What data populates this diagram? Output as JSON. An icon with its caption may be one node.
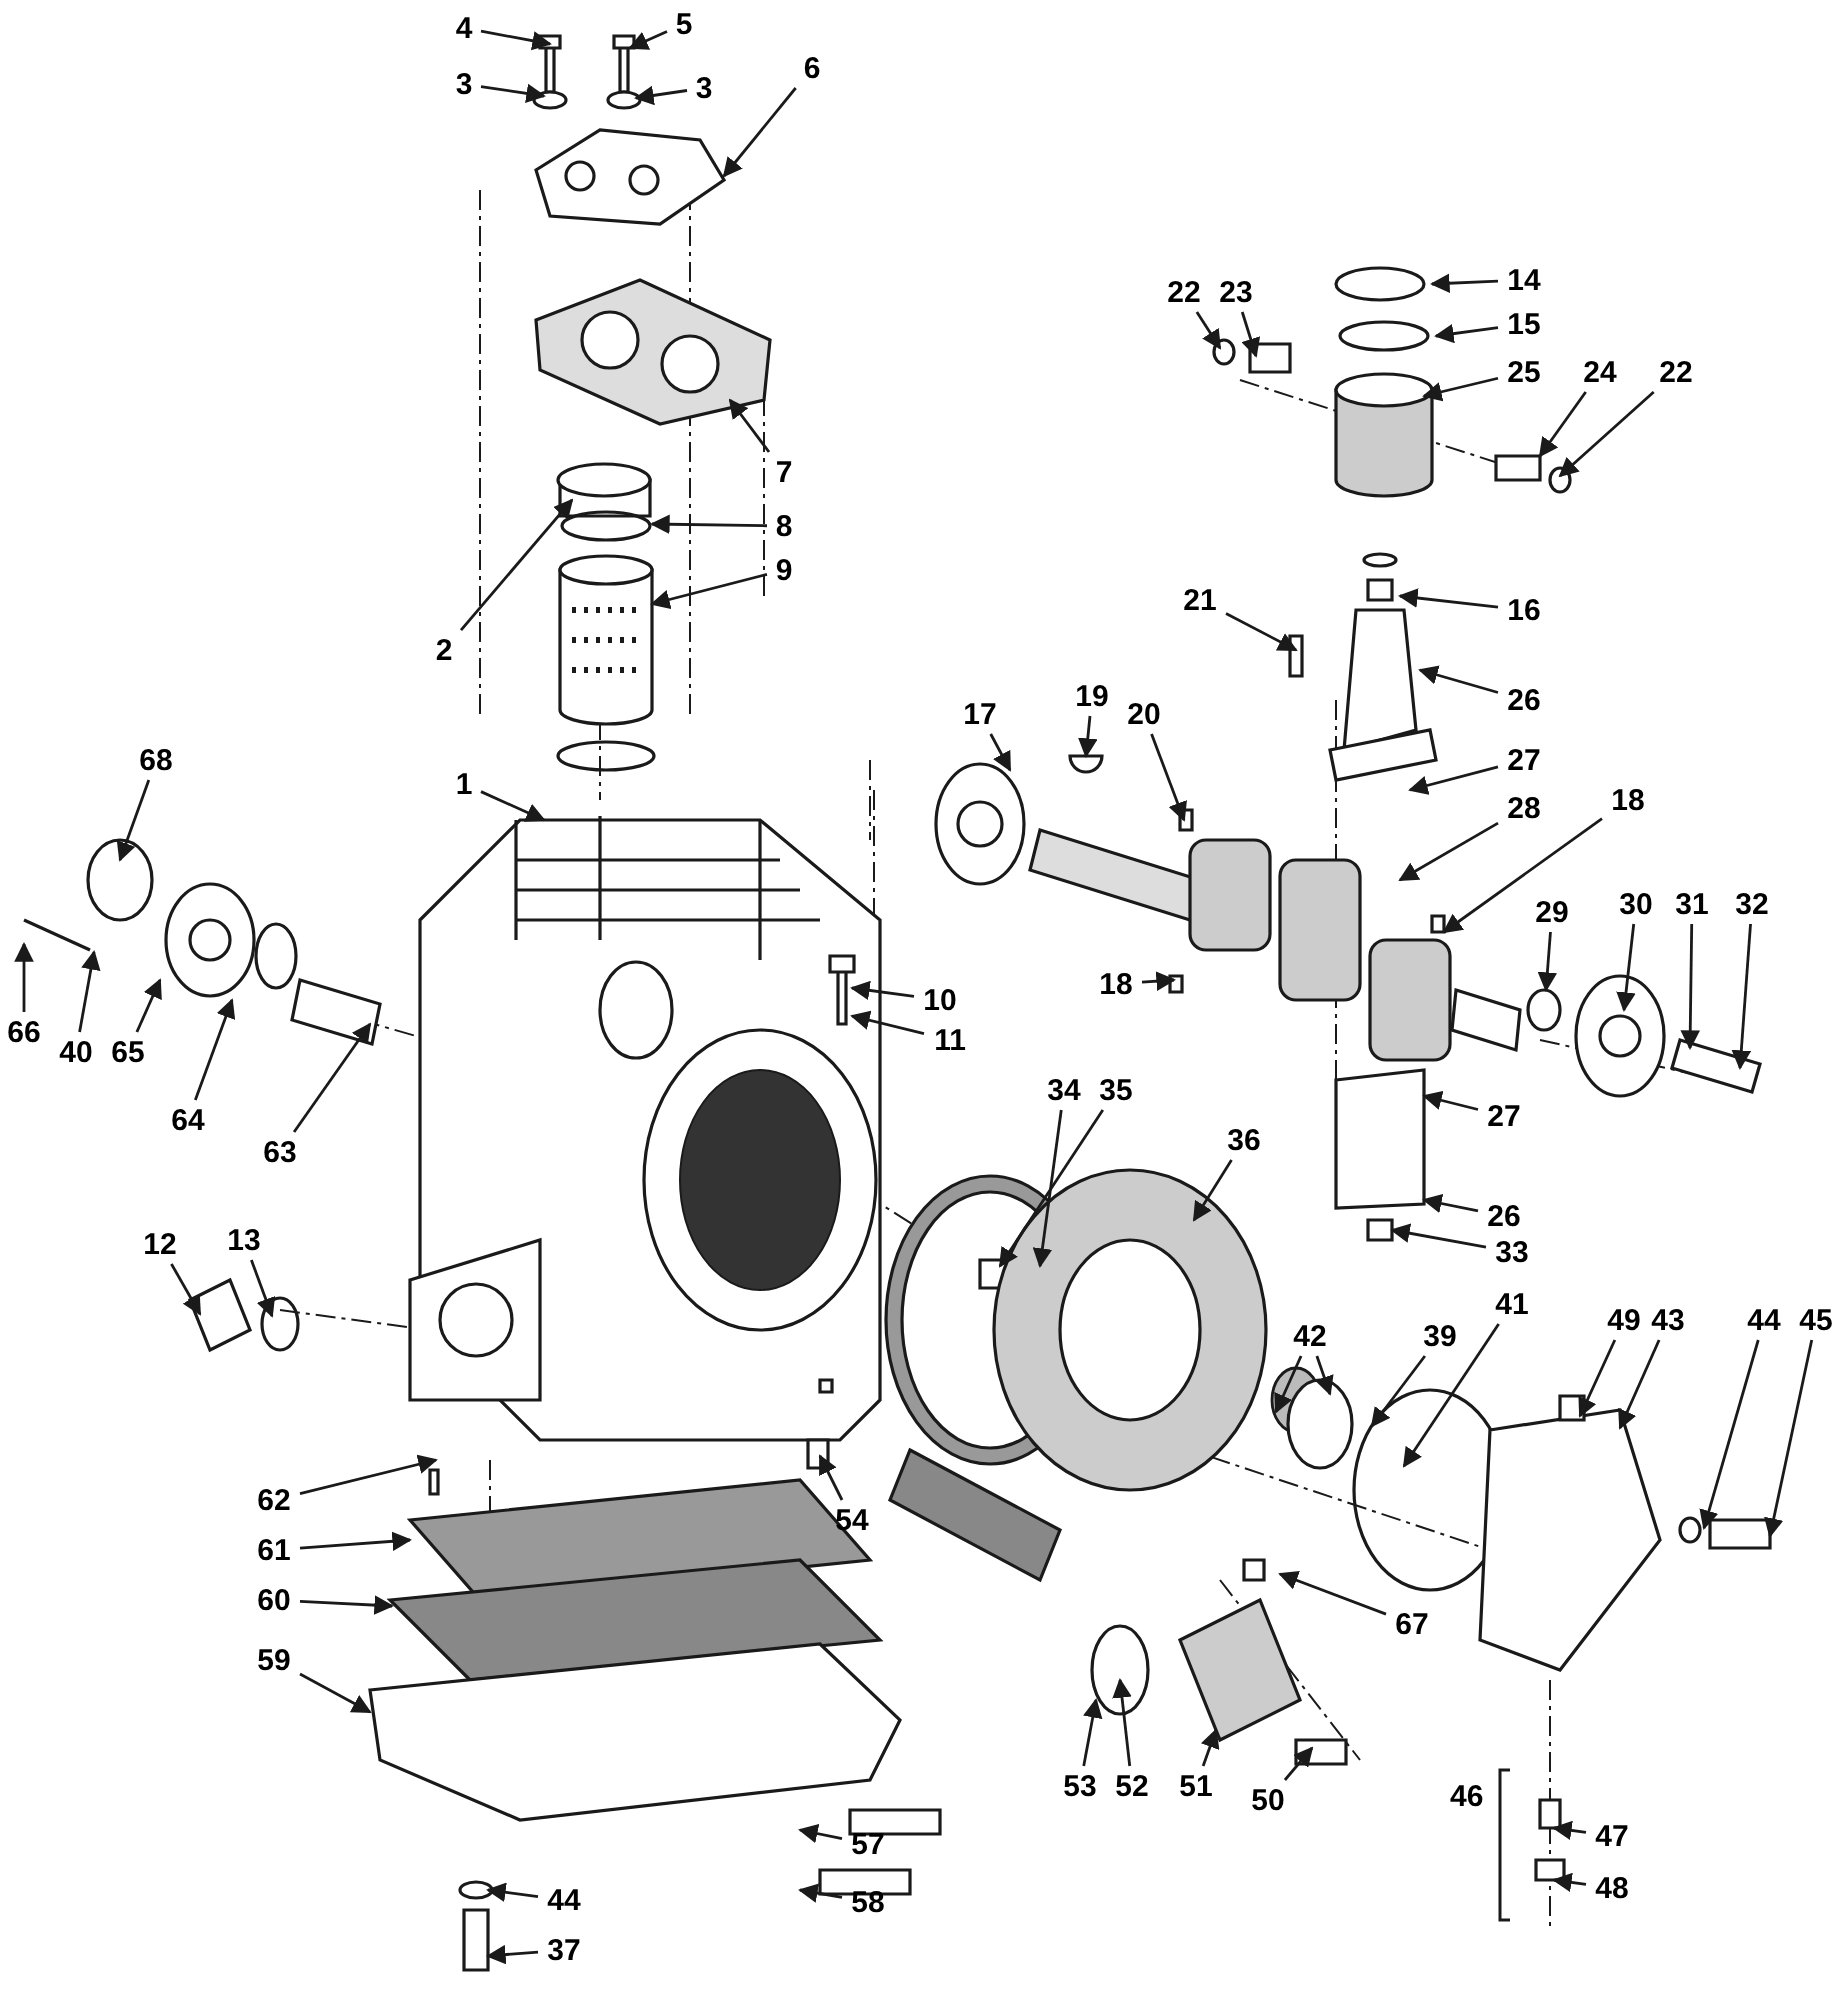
{
  "diagram": {
    "nodes": [
      {
        "text": [
          "4"
        ]
      },
      {
        "text": [
          "5"
        ]
      },
      {
        "text": [
          "3"
        ]
      },
      {
        "text": [
          "3"
        ]
      },
      {
        "text": [
          "6"
        ]
      },
      {
        "text": [
          "14"
        ]
      },
      {
        "text": [
          "22"
        ]
      },
      {
        "text": [
          "23"
        ]
      },
      {
        "text": [
          "15"
        ]
      },
      {
        "text": [
          "25"
        ]
      },
      {
        "text": [
          "24"
        ]
      },
      {
        "text": [
          "22"
        ]
      },
      {
        "text": [
          "7"
        ]
      },
      {
        "text": [
          "8"
        ]
      },
      {
        "text": [
          "9"
        ]
      },
      {
        "text": [
          "2"
        ]
      },
      {
        "text": [
          "16"
        ]
      },
      {
        "text": [
          "21"
        ]
      },
      {
        "text": [
          "26"
        ]
      },
      {
        "text": [
          "17"
        ]
      },
      {
        "text": [
          "19"
        ]
      },
      {
        "text": [
          "20"
        ]
      },
      {
        "text": [
          "68"
        ]
      },
      {
        "text": [
          "1"
        ]
      },
      {
        "text": [
          "27"
        ]
      },
      {
        "text": [
          "28"
        ]
      },
      {
        "text": [
          "18"
        ]
      },
      {
        "text": [
          "10"
        ]
      },
      {
        "text": [
          "11"
        ]
      },
      {
        "text": [
          "18"
        ]
      },
      {
        "text": [
          "29"
        ]
      },
      {
        "text": [
          "30"
        ]
      },
      {
        "text": [
          "31"
        ]
      },
      {
        "text": [
          "32"
        ]
      },
      {
        "text": [
          "66"
        ]
      },
      {
        "text": [
          "40"
        ]
      },
      {
        "text": [
          "65"
        ]
      },
      {
        "text": [
          "64"
        ]
      },
      {
        "text": [
          "63"
        ]
      },
      {
        "text": [
          "34"
        ]
      },
      {
        "text": [
          "35"
        ]
      },
      {
        "text": [
          "36"
        ]
      },
      {
        "text": [
          "27"
        ]
      },
      {
        "text": [
          "26"
        ]
      },
      {
        "text": [
          "33"
        ]
      },
      {
        "text": [
          "12"
        ]
      },
      {
        "text": [
          "13"
        ]
      },
      {
        "text": [
          "42"
        ]
      },
      {
        "text": [
          "39"
        ]
      },
      {
        "text": [
          "41"
        ]
      },
      {
        "text": [
          "49"
        ]
      },
      {
        "text": [
          "43"
        ]
      },
      {
        "text": [
          "44"
        ]
      },
      {
        "text": [
          "45"
        ]
      },
      {
        "text": [
          "54"
        ]
      },
      {
        "text": [
          "62"
        ]
      },
      {
        "text": [
          "61"
        ]
      },
      {
        "text": [
          "60"
        ]
      },
      {
        "text": [
          "67"
        ]
      },
      {
        "text": [
          "59"
        ]
      },
      {
        "text": [
          "53"
        ]
      },
      {
        "text": [
          "52"
        ]
      },
      {
        "text": [
          "51"
        ]
      },
      {
        "text": [
          "50"
        ]
      },
      {
        "text": [
          "47"
        ]
      },
      {
        "text": [
          "48"
        ]
      },
      {
        "text": [
          "57"
        ]
      },
      {
        "text": [
          "58"
        ]
      },
      {
        "text": [
          "44"
        ]
      },
      {
        "text": [
          "37"
        ]
      }
    ],
    "edges": [
      {
        "from": 0,
        "to": null,
        "arrow": "to"
      },
      {
        "from": 1,
        "to": null,
        "arrow": "to"
      },
      {
        "from": 2,
        "to": null,
        "arrow": "to"
      },
      {
        "from": 3,
        "to": null,
        "arrow": "to"
      },
      {
        "from": 4,
        "to": null,
        "arrow": "to"
      },
      {
        "from": 5,
        "to": null,
        "arrow": "to"
      },
      {
        "from": 6,
        "to": null,
        "arrow": "to"
      },
      {
        "from": 7,
        "to": null,
        "arrow": "to"
      },
      {
        "from": 8,
        "to": null,
        "arrow": "to"
      },
      {
        "from": 9,
        "to": null,
        "arrow": "to"
      },
      {
        "from": 10,
        "to": null,
        "arrow": "to"
      },
      {
        "from": 11,
        "to": null,
        "arrow": "to"
      },
      {
        "from": 12,
        "to": null,
        "arrow": "to"
      },
      {
        "from": 13,
        "to": null,
        "arrow": "to"
      },
      {
        "from": 14,
        "to": null,
        "arrow": "to"
      },
      {
        "from": 15,
        "to": null,
        "arrow": "to"
      },
      {
        "from": 16,
        "to": null,
        "arrow": "to"
      },
      {
        "from": 17,
        "to": null,
        "arrow": "to"
      },
      {
        "from": 18,
        "to": null,
        "arrow": "to"
      },
      {
        "from": 19,
        "to": null,
        "arrow": "to"
      },
      {
        "from": 20,
        "to": null,
        "arrow": "to"
      },
      {
        "from": 21,
        "to": null,
        "arrow": "to"
      },
      {
        "from": 22,
        "to": null,
        "arrow": "to"
      },
      {
        "from": 23,
        "to": null,
        "arrow": "to"
      },
      {
        "from": 24,
        "to": null,
        "arrow": "to"
      },
      {
        "from": 25,
        "to": null,
        "arrow": "to"
      },
      {
        "from": 26,
        "to": null,
        "arrow": "to"
      },
      {
        "from": 27,
        "to": null,
        "arrow": "to"
      },
      {
        "from": 28,
        "to": null,
        "arrow": "to"
      },
      {
        "from": 29,
        "to": null,
        "arrow": "to"
      },
      {
        "from": 30,
        "to": null,
        "arrow": "to"
      },
      {
        "from": 31,
        "to": null,
        "arrow": "to"
      },
      {
        "from": 32,
        "to": null,
        "arrow": "to"
      },
      {
        "from": 33,
        "to": null,
        "arrow": "to"
      },
      {
        "from": 34,
        "to": null,
        "arrow": "to"
      },
      {
        "from": 35,
        "to": null,
        "arrow": "to"
      },
      {
        "from": 36,
        "to": null,
        "arrow": "to"
      },
      {
        "from": 37,
        "to": null,
        "arrow": "to"
      },
      {
        "from": 38,
        "to": null,
        "arrow": "to"
      },
      {
        "from": 39,
        "to": null,
        "arrow": "to"
      },
      {
        "from": 40,
        "to": null,
        "arrow": "to"
      },
      {
        "from": 41,
        "to": null,
        "arrow": "to"
      },
      {
        "from": 42,
        "to": null,
        "arrow": "to"
      },
      {
        "from": 43,
        "to": null,
        "arrow": "to"
      },
      {
        "from": 44,
        "to": null,
        "arrow": "to"
      },
      {
        "from": 45,
        "to": null,
        "arrow": "to"
      },
      {
        "from": 46,
        "to": null,
        "arrow": "to"
      },
      {
        "from": 47,
        "to": null,
        "arrow": "to"
      },
      {
        "from": 47,
        "to": null,
        "arrow": "to"
      },
      {
        "from": 48,
        "to": null,
        "arrow": "to"
      },
      {
        "from": 49,
        "to": null,
        "arrow": "to"
      },
      {
        "from": 50,
        "to": null,
        "arrow": "to"
      },
      {
        "from": 51,
        "to": null,
        "arrow": "to"
      },
      {
        "from": 52,
        "to": null,
        "arrow": "to"
      },
      {
        "from": 53,
        "to": null,
        "arrow": "to"
      },
      {
        "from": 54,
        "to": null,
        "arrow": "to"
      },
      {
        "from": 55,
        "to": null,
        "arrow": "to"
      },
      {
        "from": 56,
        "to": null,
        "arrow": "to"
      },
      {
        "from": 57,
        "to": null,
        "arrow": "to"
      },
      {
        "from": 58,
        "to": null,
        "arrow": "to"
      },
      {
        "from": 59,
        "to": null,
        "arrow": "to"
      },
      {
        "from": 60,
        "to": null,
        "arrow": "to"
      },
      {
        "from": 61,
        "to": null,
        "arrow": "to"
      },
      {
        "from": 62,
        "to": null,
        "arrow": "to"
      },
      {
        "from": 63,
        "to": null,
        "arrow": "to"
      },
      {
        "from": 64,
        "to": null,
        "arrow": "to"
      },
      {
        "from": 65,
        "to": null,
        "arrow": "to"
      },
      {
        "from": 66,
        "to": null,
        "arrow": "to"
      },
      {
        "from": 67,
        "to": null,
        "arrow": "to"
      },
      {
        "from": 68,
        "to": null,
        "arrow": "to"
      },
      {
        "from": 69,
        "to": null,
        "arrow": "to"
      }
    ],
    "labels": [
      "46"
    ]
  }
}
